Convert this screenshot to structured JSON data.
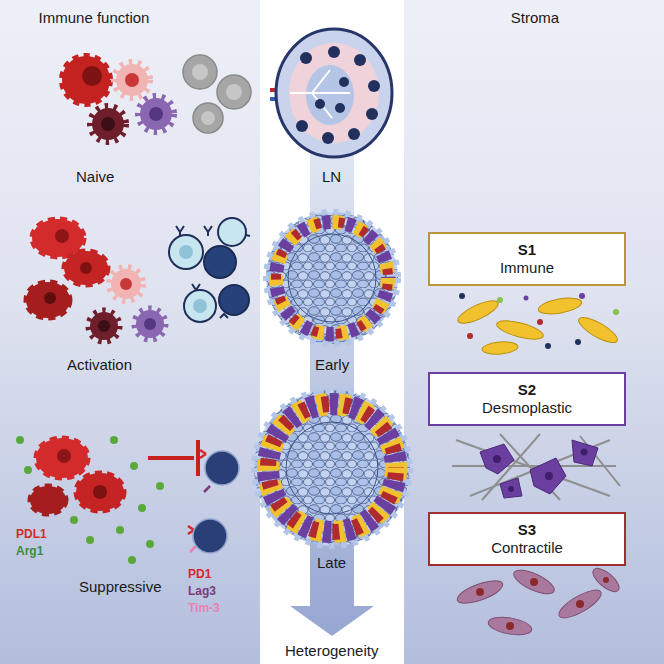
{
  "diagram": {
    "nodes": [
      {
        "text": [
          "Immune function"
        ]
      },
      {
        "text": [
          "Stroma"
        ]
      },
      {
        "text": [
          "S1",
          "Immune"
        ],
        "in": 1
      },
      {
        "text": [
          "S2",
          "Desmoplastic"
        ],
        "in": 1
      },
      {
        "text": [
          "S3",
          "Contractile"
        ],
        "in": 1
      }
    ],
    "labels": [
      "Naive",
      "LN",
      "Activation",
      "Early",
      "PDL1",
      "Arg1",
      "Suppressive",
      "PD1",
      "Lag3",
      "Tim-3",
      "Late",
      "Heterogeneity"
    ]
  }
}
